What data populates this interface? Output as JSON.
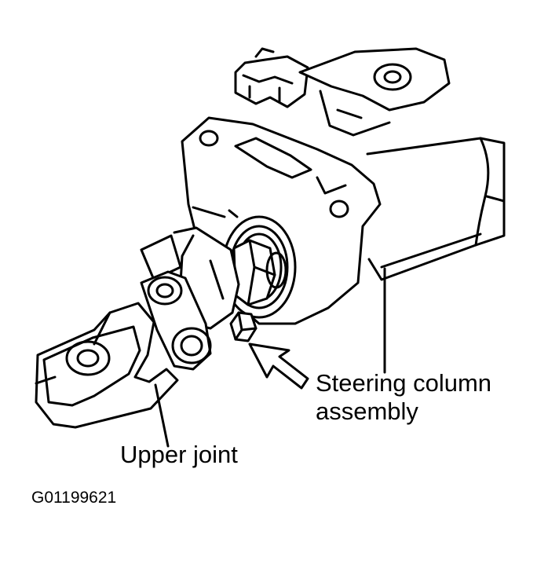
{
  "labels": {
    "steering_column_line1": "Steering column",
    "steering_column_line2": "assembly",
    "upper_joint": "Upper joint",
    "figure_code": "G01199621"
  },
  "colors": {
    "ink": "#000000",
    "paper": "#ffffff"
  },
  "icons": {
    "indicator": "arrow-pointer-icon"
  }
}
